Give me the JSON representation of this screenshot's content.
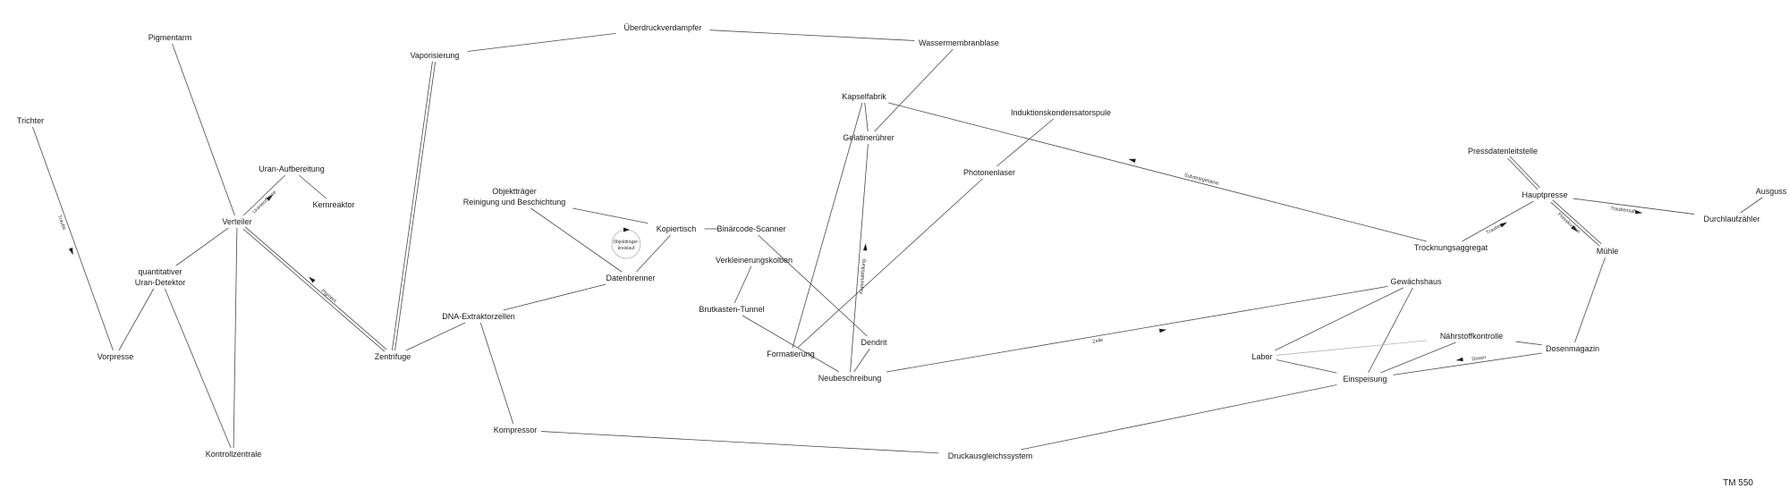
{
  "nodes": [
    {
      "id": "pigmentarm",
      "label": "Pigmentarm"
    },
    {
      "id": "trichter",
      "label": "Trichter"
    },
    {
      "id": "uran_aufbereitung",
      "label": "Uran-Aufbereitung"
    },
    {
      "id": "kernreaktor",
      "label": "Kernreaktor"
    },
    {
      "id": "verteiler",
      "label": "Verteiler"
    },
    {
      "id": "uran_detektor",
      "label": "quantitativer\nUran-Detektor"
    },
    {
      "id": "vorpresse",
      "label": "Vorpresse"
    },
    {
      "id": "kontrollzentrale",
      "label": "Kontrollzentrale"
    },
    {
      "id": "vaporisierung",
      "label": "Vaporisierung"
    },
    {
      "id": "ueberdruckverdampfer",
      "label": "Überdruckverdampfer"
    },
    {
      "id": "wassermembranblase",
      "label": "Wassermembranblase"
    },
    {
      "id": "zentrifuge",
      "label": "Zentrifuge"
    },
    {
      "id": "objekttraeger",
      "label": "Objektträger\nReinigung und Beschichtung"
    },
    {
      "id": "kopiertisch",
      "label": "Kopiertisch"
    },
    {
      "id": "datenbrenner",
      "label": "Datenbrenner"
    },
    {
      "id": "dna_extraktor",
      "label": "DNA-Extraktorzellen"
    },
    {
      "id": "kompressor",
      "label": "Kompressor"
    },
    {
      "id": "binaercode_scanner",
      "label": "Binärcode-Scanner"
    },
    {
      "id": "kapselfabrik",
      "label": "Kapselfabrik"
    },
    {
      "id": "gelatineruehrer",
      "label": "Gelatinerührer"
    },
    {
      "id": "verkleinerungskolben",
      "label": "Verkleinerungskolben"
    },
    {
      "id": "brutkasten",
      "label": "Brutkasten-Tunnel"
    },
    {
      "id": "formatierung",
      "label": "Formatierung"
    },
    {
      "id": "dendrit",
      "label": "Dendrit"
    },
    {
      "id": "neubeschreibung",
      "label": "Neubeschreibung"
    },
    {
      "id": "induktion",
      "label": "Induktionskondensatorspule"
    },
    {
      "id": "photonenlaser",
      "label": "Photonenlaser"
    },
    {
      "id": "druckausgleich",
      "label": "Druckausgleichssystem"
    },
    {
      "id": "pressdatenleitstelle",
      "label": "Pressdatenleitstelle"
    },
    {
      "id": "hauptpresse",
      "label": "Hauptpresse"
    },
    {
      "id": "ausguss",
      "label": "Ausguss"
    },
    {
      "id": "durchlaufzaehler",
      "label": "Durchlaufzähler"
    },
    {
      "id": "trocknungsaggregat",
      "label": "Trocknungsaggregat"
    },
    {
      "id": "muehle",
      "label": "Mühle"
    },
    {
      "id": "gewaechshaus",
      "label": "Gewächshaus"
    },
    {
      "id": "naehrstoffkontrolle",
      "label": "Nährstoffkontrolle"
    },
    {
      "id": "dosenmagazin",
      "label": "Dosenmagazin"
    },
    {
      "id": "labor",
      "label": "Labor"
    },
    {
      "id": "einspeisung",
      "label": "Einspeisung"
    }
  ],
  "edges": [
    {
      "from": "pigmentarm",
      "to": "verteiler"
    },
    {
      "from": "trichter",
      "to": "vorpresse",
      "label": "Traube",
      "arrow": "forward"
    },
    {
      "from": "verteiler",
      "to": "uran_aufbereitung",
      "label": "Uranerzflüsse",
      "arrow": "forward"
    },
    {
      "from": "uran_aufbereitung",
      "to": "kernreaktor"
    },
    {
      "from": "verteiler",
      "to": "uran_detektor"
    },
    {
      "from": "verteiler",
      "to": "kontrollzentrale"
    },
    {
      "from": "uran_detektor",
      "to": "vorpresse"
    },
    {
      "from": "uran_detektor",
      "to": "kontrollzentrale"
    },
    {
      "from": "zentrifuge",
      "to": "verteiler",
      "label": "Pigment",
      "arrow": "forward",
      "double": true
    },
    {
      "from": "vaporisierung",
      "to": "ueberdruckverdampfer"
    },
    {
      "from": "ueberdruckverdampfer",
      "to": "wassermembranblase"
    },
    {
      "from": "vaporisierung",
      "to": "zentrifuge",
      "double": true
    },
    {
      "from": "zentrifuge",
      "to": "dna_extraktor"
    },
    {
      "from": "dna_extraktor",
      "to": "datenbrenner"
    },
    {
      "from": "objekttraeger",
      "to": "datenbrenner"
    },
    {
      "from": "objekttraeger",
      "to": "kopiertisch"
    },
    {
      "from": "kopiertisch",
      "to": "datenbrenner"
    },
    {
      "from": "kopiertisch",
      "to": "binaercode_scanner"
    },
    {
      "from": "dna_extraktor",
      "to": "kompressor"
    },
    {
      "from": "kompressor",
      "to": "druckausgleich"
    },
    {
      "from": "druckausgleich",
      "to": "einspeisung"
    },
    {
      "from": "wassermembranblase",
      "to": "gelatineruehrer"
    },
    {
      "from": "kapselfabrik",
      "to": "gelatineruehrer"
    },
    {
      "from": "kapselfabrik",
      "to": "formatierung"
    },
    {
      "from": "neubeschreibung",
      "to": "gelatineruehrer",
      "label": "Kapselabfüllung",
      "arrow": "forward"
    },
    {
      "from": "binaercode_scanner",
      "to": "dendrit"
    },
    {
      "from": "verkleinerungskolben",
      "to": "brutkasten"
    },
    {
      "from": "brutkasten",
      "to": "neubeschreibung"
    },
    {
      "from": "dendrit",
      "to": "neubeschreibung"
    },
    {
      "from": "formatierung",
      "to": "photonenlaser"
    },
    {
      "from": "photonenlaser",
      "to": "induktion"
    },
    {
      "from": "trocknungsaggregat",
      "to": "kapselfabrik",
      "label": "Substratgelatine",
      "arrow": "forward"
    },
    {
      "from": "trocknungsaggregat",
      "to": "hauptpresse",
      "label": "Trauben",
      "arrow": "forward"
    },
    {
      "from": "pressdatenleitstelle",
      "to": "hauptpresse",
      "double": true
    },
    {
      "from": "hauptpresse",
      "to": "durchlaufzaehler",
      "label": "Traubensaft",
      "arrow": "forward"
    },
    {
      "from": "durchlaufzaehler",
      "to": "ausguss"
    },
    {
      "from": "hauptpresse",
      "to": "muehle",
      "label": "Presskuchen",
      "arrow": "forward",
      "double": true
    },
    {
      "from": "muehle",
      "to": "dosenmagazin"
    },
    {
      "from": "neubeschreibung",
      "to": "gewaechshaus",
      "label": "Zelle",
      "arrow": "forward"
    },
    {
      "from": "gewaechshaus",
      "to": "labor"
    },
    {
      "from": "gewaechshaus",
      "to": "einspeisung"
    },
    {
      "from": "labor",
      "to": "naehrstoffkontrolle",
      "light": true
    },
    {
      "from": "naehrstoffkontrolle",
      "to": "dosenmagazin"
    },
    {
      "from": "naehrstoffkontrolle",
      "to": "einspeisung"
    },
    {
      "from": "labor",
      "to": "einspeisung"
    },
    {
      "from": "dosenmagazin",
      "to": "einspeisung",
      "label": "Dosen",
      "arrow": "forward"
    }
  ],
  "loops": [
    {
      "node": "kopiertisch",
      "label": "Objektträger-\nkreislauf"
    }
  ],
  "footer": {
    "label": "TM 550"
  }
}
